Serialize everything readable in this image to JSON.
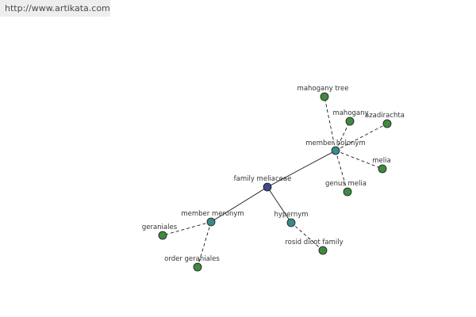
{
  "url": "http://www.artikata.com",
  "colors": {
    "root": "#3a4a8a",
    "relation": "#3a8a8a",
    "term": "#3f8a3f",
    "edge": "#000000"
  },
  "nodes": [
    {
      "id": "family-meliaceae",
      "label": "family meliaceae",
      "kind": "root"
    },
    {
      "id": "member-holonym",
      "label": "member holonym",
      "kind": "relation"
    },
    {
      "id": "member-meronym",
      "label": "member meronym",
      "kind": "relation"
    },
    {
      "id": "hypernym",
      "label": "hypernym",
      "kind": "relation"
    },
    {
      "id": "mahogany-tree",
      "label": "mahogany tree",
      "kind": "term"
    },
    {
      "id": "mahogany",
      "label": "mahogany",
      "kind": "term"
    },
    {
      "id": "azadirachta",
      "label": "azadirachta",
      "kind": "term"
    },
    {
      "id": "melia",
      "label": "melia",
      "kind": "term"
    },
    {
      "id": "genus-melia",
      "label": "genus melia",
      "kind": "term"
    },
    {
      "id": "geraniales",
      "label": "geraniales",
      "kind": "term"
    },
    {
      "id": "order-geraniales",
      "label": "order geraniales",
      "kind": "term"
    },
    {
      "id": "rosid-dicot-family",
      "label": "rosid dicot family",
      "kind": "term"
    }
  ],
  "edges": [
    {
      "from": "family-meliaceae",
      "to": "member-holonym",
      "style": "solid"
    },
    {
      "from": "family-meliaceae",
      "to": "member-meronym",
      "style": "solid"
    },
    {
      "from": "family-meliaceae",
      "to": "hypernym",
      "style": "solid"
    },
    {
      "from": "member-holonym",
      "to": "mahogany-tree",
      "style": "dashed"
    },
    {
      "from": "member-holonym",
      "to": "mahogany",
      "style": "dashed"
    },
    {
      "from": "member-holonym",
      "to": "azadirachta",
      "style": "dashed"
    },
    {
      "from": "member-holonym",
      "to": "melia",
      "style": "dashed"
    },
    {
      "from": "member-holonym",
      "to": "genus-melia",
      "style": "dashed"
    },
    {
      "from": "member-meronym",
      "to": "geraniales",
      "style": "dashed"
    },
    {
      "from": "member-meronym",
      "to": "order-geraniales",
      "style": "dashed"
    },
    {
      "from": "hypernym",
      "to": "rosid-dicot-family",
      "style": "dashed"
    }
  ]
}
